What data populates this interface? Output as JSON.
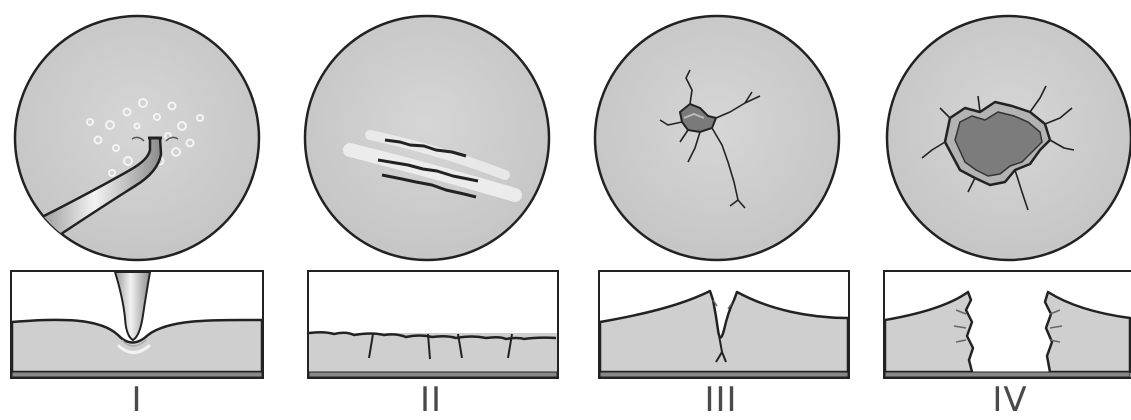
{
  "stages": [
    {
      "label": "I",
      "icon": "probe-indentation-icon"
    },
    {
      "label": "II",
      "icon": "surface-cracks-icon"
    },
    {
      "label": "III",
      "icon": "star-crack-icon"
    },
    {
      "label": "IV",
      "icon": "crater-hole-icon"
    }
  ],
  "colors": {
    "surface_fill": "#cfcfcf",
    "outline": "#222222",
    "background": "#ffffff",
    "hole_dark": "#6e6e6e"
  }
}
